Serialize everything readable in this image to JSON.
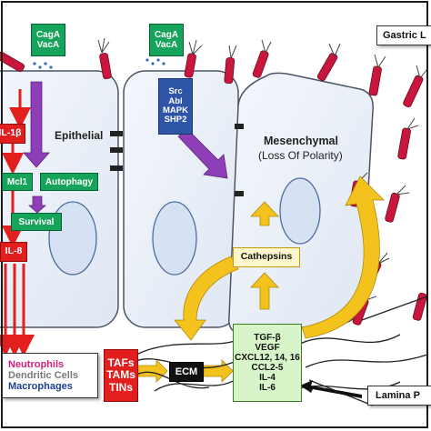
{
  "labels": {
    "gastric_lumen": "Gastric L",
    "lamina_propria": "Lamina P",
    "epithelial": "Epithelial",
    "mesenchymal": "Mesenchymal",
    "loss_of_polarity": "(Loss Of Polarity)"
  },
  "virulence_left": [
    "CagA",
    "VacA"
  ],
  "virulence_right": [
    "CagA",
    "VacA"
  ],
  "kinases": [
    "Src",
    "Abl",
    "MAPK",
    "SHP2"
  ],
  "pathway": {
    "il1b": "IL-1β",
    "mcl1": "Mcl1",
    "autophagy": "Autophagy",
    "survival": "Survival",
    "il8": "IL-8"
  },
  "cathepsins": "Cathepsins",
  "ecm": "ECM",
  "cytokines": [
    "TGF-β",
    "VEGF",
    "CXCL12, 14, 16",
    "CCL2-5",
    "IL-4",
    "IL-6"
  ],
  "immune_cells": [
    {
      "label": "Neutrophils",
      "color": "#d6217a"
    },
    {
      "label": "Dendritic Cells",
      "color": "#7a7a7a"
    },
    {
      "label": "Macrophages",
      "color": "#1f3f8f"
    }
  ],
  "stromal": [
    "TAFs",
    "TAMs",
    "TINs"
  ],
  "colors": {
    "bacteria_red": "#c8163c",
    "arrow_red": "#e31e1e",
    "arrow_purple": "#8e3fb8",
    "arrow_yellow": "#f3c21c",
    "cell_fill": "#e9eff9",
    "green": "#16a35a"
  }
}
